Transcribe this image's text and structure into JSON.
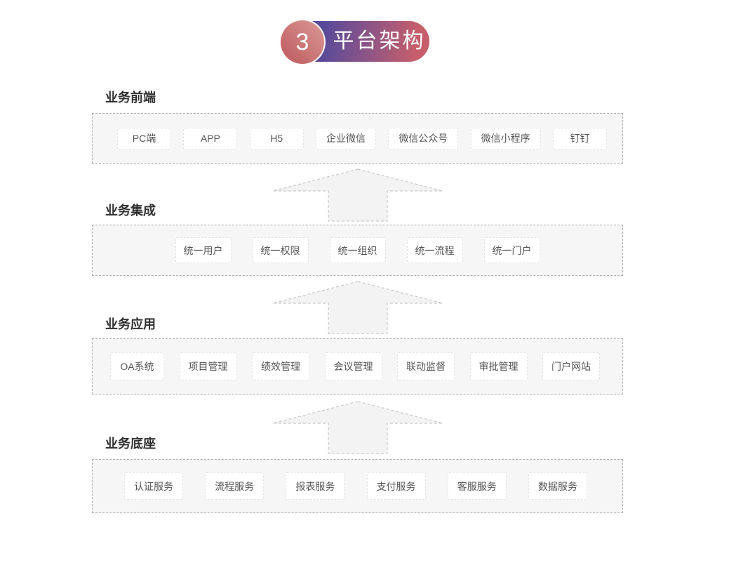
{
  "badge": {
    "number": "3",
    "title": "平台架构"
  },
  "colors": {
    "badge_gradient_start": "#55499b",
    "badge_gradient_mid": "#8b5487",
    "badge_gradient_end": "#c65f6b",
    "circle_gradient_start": "#bd575c",
    "circle_gradient_end": "#db9a97",
    "layer_box_bg": "#f6f6f6",
    "layer_box_border": "#b0b0b0",
    "item_bg": "#ffffff",
    "item_border": "#e3e3e3",
    "item_text": "#555555",
    "header_text": "#303030",
    "arrow_fill": "#f3f3f3",
    "arrow_border": "#c9c9c9"
  },
  "connector": {
    "icon": "up-arrow-icon",
    "count": 3
  },
  "layers": [
    {
      "title": "业务前端",
      "items": [
        "PC端",
        "APP",
        "H5",
        "企业微信",
        "微信公众号",
        "微信小程序",
        "钉钉"
      ]
    },
    {
      "title": "业务集成",
      "items": [
        "统一用户",
        "统一权限",
        "统一组织",
        "统一流程",
        "统一门户"
      ]
    },
    {
      "title": "业务应用",
      "items": [
        "OA系统",
        "项目管理",
        "绩效管理",
        "会议管理",
        "联动监督",
        "审批管理",
        "门户网站"
      ]
    },
    {
      "title": "业务底座",
      "items": [
        "认证服务",
        "流程服务",
        "报表服务",
        "支付服务",
        "客服服务",
        "数据服务"
      ]
    }
  ]
}
